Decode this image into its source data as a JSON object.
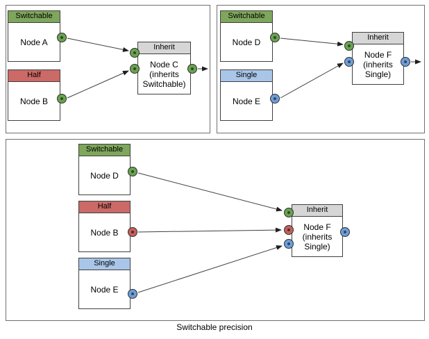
{
  "caption": "Switchable precision",
  "colors": {
    "switchable": "#7ea65c",
    "half": "#cb6a66",
    "single": "#a9c6e8",
    "inherit": "#d6d6d6",
    "port_switchable": "#69a351",
    "port_half": "#c4605c",
    "port_single": "#6d9ed8",
    "edge": "#3f3f3f",
    "node_border": "#3f3f3f",
    "panel_border": "#6f6f6f"
  },
  "panels": {
    "top_left": {
      "nodes": {
        "node_a": {
          "type": "Switchable",
          "title": "Node A",
          "ports": [
            {
              "id": "output",
              "precision": "switchable"
            }
          ]
        },
        "node_b": {
          "type": "Half",
          "title": "Node B",
          "ports": [
            {
              "id": "output",
              "precision": "switchable"
            }
          ]
        },
        "node_c": {
          "type": "Inherit",
          "title": "Node C",
          "subtitle": "(inherits Switchable)",
          "ports": [
            {
              "id": "input_1",
              "precision": "switchable"
            },
            {
              "id": "input_2",
              "precision": "switchable"
            },
            {
              "id": "output",
              "precision": "switchable"
            }
          ]
        }
      },
      "edges": [
        {
          "from": "node_a.output",
          "to": "node_c.input_1"
        },
        {
          "from": "node_b.output",
          "to": "node_c.input_2"
        },
        {
          "from": "node_c.output",
          "to": "out"
        }
      ]
    },
    "top_right": {
      "nodes": {
        "node_d": {
          "type": "Switchable",
          "title": "Node D",
          "ports": [
            {
              "id": "output",
              "precision": "switchable"
            }
          ]
        },
        "node_e": {
          "type": "Single",
          "title": "Node E",
          "ports": [
            {
              "id": "output",
              "precision": "single"
            }
          ]
        },
        "node_f": {
          "type": "Inherit",
          "title": "Node F",
          "subtitle": "(inherits Single)",
          "ports": [
            {
              "id": "input_1",
              "precision": "switchable"
            },
            {
              "id": "input_2",
              "precision": "single"
            },
            {
              "id": "output",
              "precision": "single"
            }
          ]
        }
      },
      "edges": [
        {
          "from": "node_d.output",
          "to": "node_f.input_1"
        },
        {
          "from": "node_e.output",
          "to": "node_f.input_2"
        },
        {
          "from": "node_f.output",
          "to": "out"
        }
      ]
    },
    "bottom": {
      "nodes": {
        "node_d": {
          "type": "Switchable",
          "title": "Node D",
          "ports": [
            {
              "id": "output",
              "precision": "switchable"
            }
          ]
        },
        "node_b": {
          "type": "Half",
          "title": "Node B",
          "ports": [
            {
              "id": "output",
              "precision": "half"
            }
          ]
        },
        "node_e": {
          "type": "Single",
          "title": "Node E",
          "ports": [
            {
              "id": "output",
              "precision": "single"
            }
          ]
        },
        "node_f": {
          "type": "Inherit",
          "title": "Node F",
          "subtitle": "(inherits Single)",
          "ports": [
            {
              "id": "input_1",
              "precision": "switchable"
            },
            {
              "id": "input_2",
              "precision": "half"
            },
            {
              "id": "input_3",
              "precision": "single"
            },
            {
              "id": "output",
              "precision": "single"
            }
          ]
        }
      },
      "edges": [
        {
          "from": "node_d.output",
          "to": "node_f.input_1"
        },
        {
          "from": "node_b.output",
          "to": "node_f.input_2"
        },
        {
          "from": "node_e.output",
          "to": "node_f.input_3"
        }
      ]
    }
  }
}
